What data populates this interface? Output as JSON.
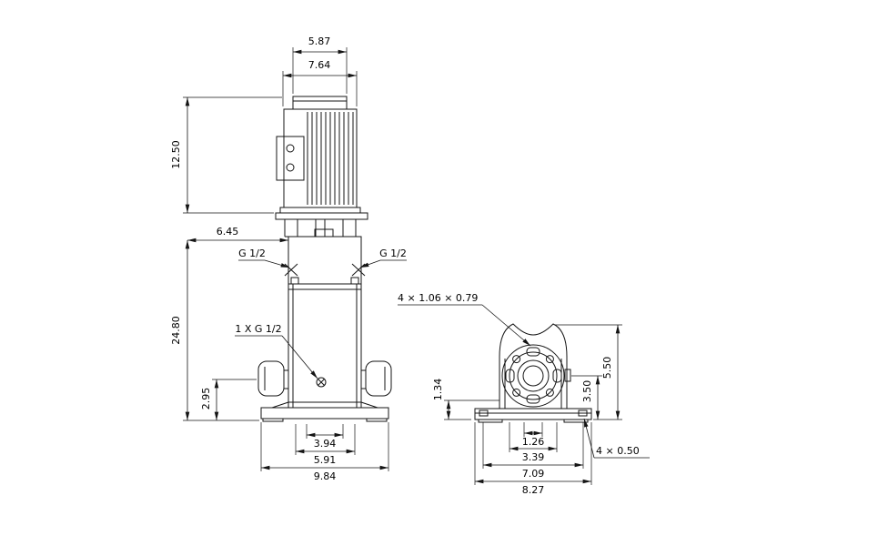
{
  "drawing": {
    "background": "#ffffff",
    "line_color": "#141414",
    "front": {
      "fan_cover_width": "5.87",
      "motor_width": "7.64",
      "motor_height": "12.50",
      "datum_offset": "6.45",
      "port_left": "G 1/2",
      "port_right": "G 1/2",
      "drain_port": "1 X G 1/2",
      "total_height": "24.80",
      "port_center_height": "2.95",
      "chamber_width": "3.94",
      "sleeve_width": "5.91",
      "base_width": "9.84"
    },
    "end": {
      "slot_spec": "4 × 1.06  × 0.79",
      "foot_height": "1.34",
      "flange_offset": "3.50",
      "bracket_height": "5.50",
      "slot_span_inner": "1.26",
      "slot_span_outer": "3.39",
      "base_hole_span": "7.09",
      "base_plate_width": "8.27",
      "base_hole_spec": "4  × 0.50"
    }
  }
}
